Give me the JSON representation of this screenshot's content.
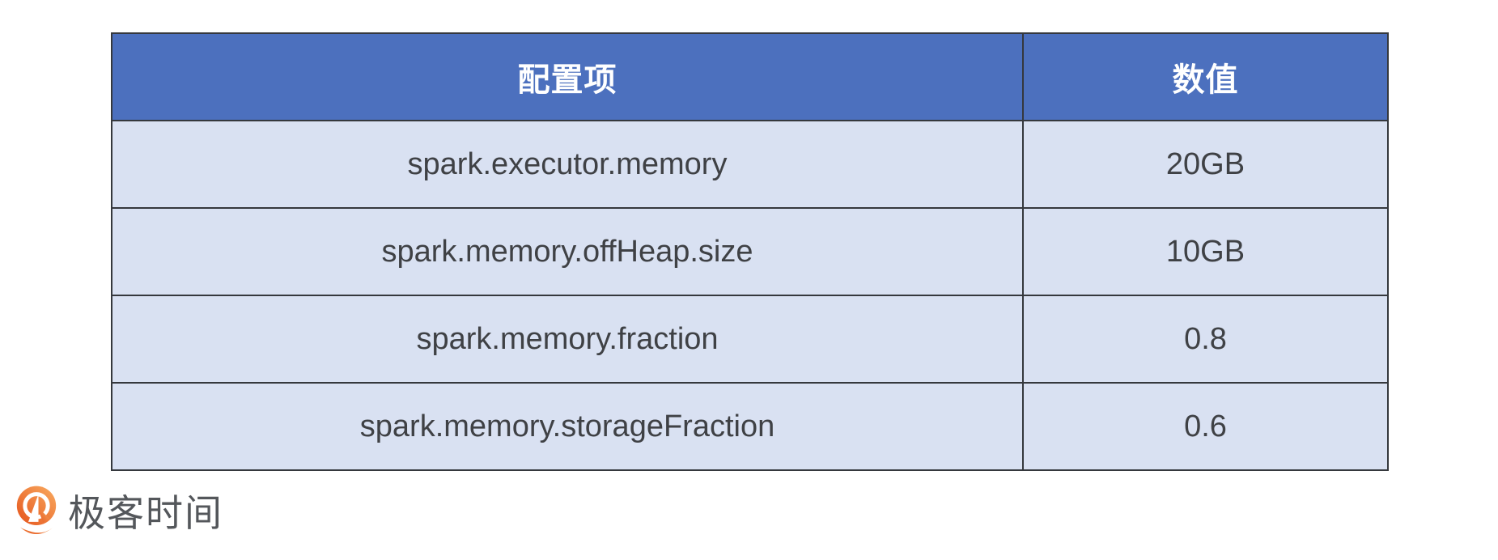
{
  "table": {
    "columns": [
      {
        "label": "配置项"
      },
      {
        "label": "数值"
      }
    ],
    "rows": [
      {
        "config": "spark.executor.memory",
        "value": "20GB"
      },
      {
        "config": "spark.memory.offHeap.size",
        "value": "10GB"
      },
      {
        "config": "spark.memory.fraction",
        "value": "0.8"
      },
      {
        "config": "spark.memory.storageFraction",
        "value": "0.6"
      }
    ]
  },
  "chart_data": {
    "type": "table",
    "title": "",
    "columns": [
      "配置项",
      "数值"
    ],
    "rows": [
      [
        "spark.executor.memory",
        "20GB"
      ],
      [
        "spark.memory.offHeap.size",
        "10GB"
      ],
      [
        "spark.memory.fraction",
        "0.8"
      ],
      [
        "spark.memory.storageFraction",
        "0.6"
      ]
    ]
  },
  "branding": {
    "logo_text": "极客时间"
  },
  "colors": {
    "header_bg": "#4C70BE",
    "row_bg": "#D9E1F2",
    "border_color": "#35383D",
    "header_text": "#FFFFFF",
    "cell_text": "#3F4145",
    "logo_text_color": "#54575B",
    "logo_orange_dark": "#E5531B",
    "logo_orange_light": "#F9AC61"
  }
}
